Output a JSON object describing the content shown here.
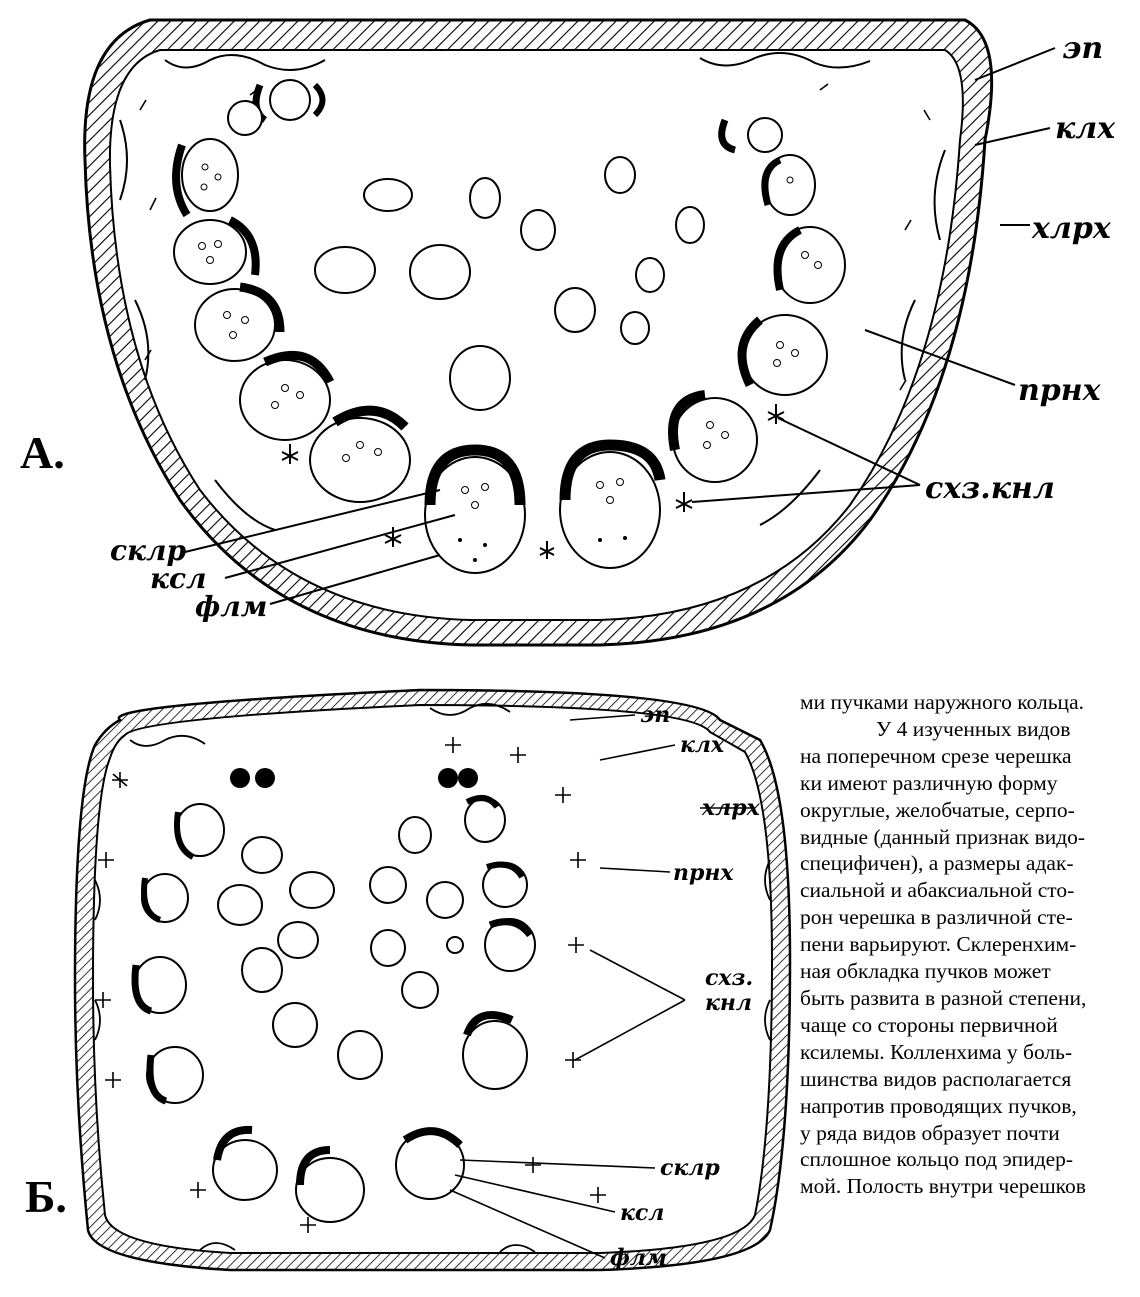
{
  "figure_a": {
    "panel_letter": "А.",
    "labels": {
      "ep": "эп",
      "klh": "клх",
      "hlrh": "хлрх",
      "prnh": "прнх",
      "shz_knl": "схз.кнл",
      "sklr": "склр",
      "ksl": "ксл",
      "flm": "флм"
    }
  },
  "figure_b": {
    "panel_letter": "Б.",
    "labels": {
      "ep": "эп",
      "klh": "клх",
      "hlrh": "хлрх",
      "prnh": "прнх",
      "shz": "схз.",
      "knl": "кнл",
      "sklr": "склр",
      "ksl": "ксл",
      "flm": "флм"
    }
  },
  "body_text": {
    "lines": [
      "ми пучками наружного кольца.",
      "У 4 изученных видов",
      "на поперечном срезе черешка",
      "ки имеют различную форму",
      "округлые, желобчатые, серпо-",
      "видные (данный признак видо-",
      "специфичен), а размеры адак-",
      "сиальной и абаксиальной сто-",
      "рон черешка в различной сте-",
      "пени варьируют. Склеренхим-",
      "ная обкладка пучков может",
      "быть развита в разной степени,",
      "чаще со стороны первичной",
      "ксилемы. Колленхима у боль-",
      "шинства видов располагается",
      "напротив проводящих пучков,",
      "у ряда видов образует почти",
      "сплошное кольцо под эпидер-",
      "мой. Полость внутри черешков"
    ]
  }
}
